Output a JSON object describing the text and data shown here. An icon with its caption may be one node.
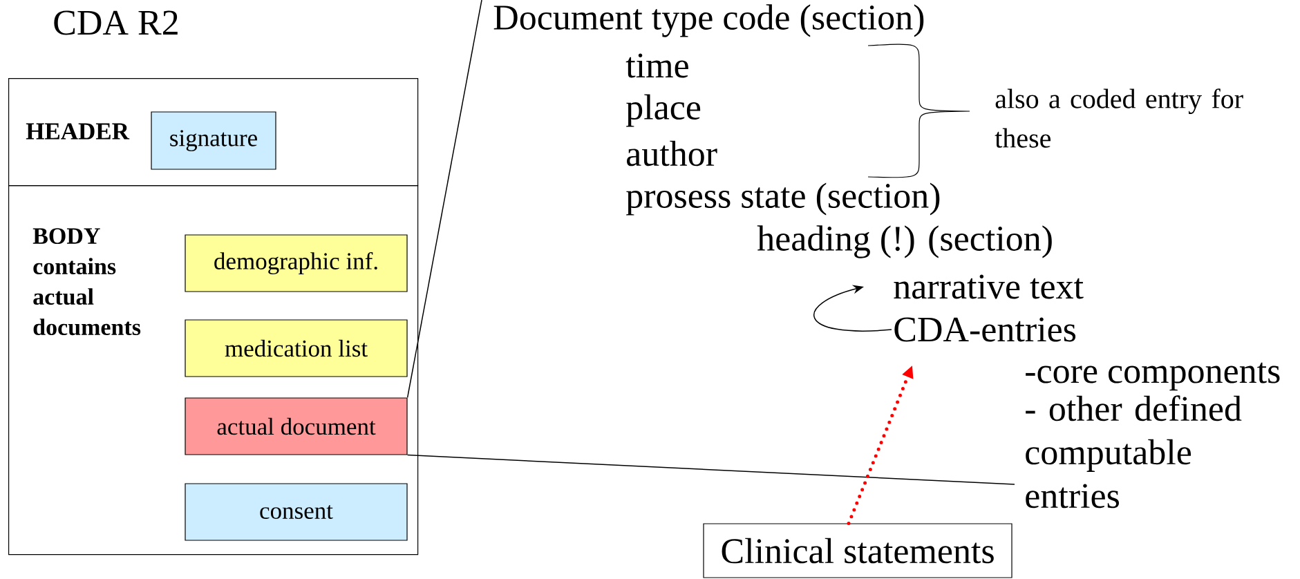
{
  "diagram": {
    "title": "CDA R2",
    "nodes": [
      {
        "text": [
          "HEADER"
        ]
      },
      {
        "text": [
          "signature"
        ],
        "in": 0
      },
      {
        "text": [
          "BODY contains actual documents"
        ]
      },
      {
        "text": [
          "demographic inf."
        ],
        "in": 2
      },
      {
        "text": [
          "medication list"
        ],
        "in": 2
      },
      {
        "text": [
          "actual document"
        ],
        "in": 2
      },
      {
        "text": [
          "consent"
        ],
        "in": 2
      },
      {
        "text": [
          "narrative text"
        ]
      },
      {
        "text": [
          "CDA-entries"
        ]
      },
      {
        "text": [
          "Clinical statements"
        ]
      }
    ],
    "edges": [
      {
        "from": 5,
        "to": null,
        "arrow": "none"
      },
      {
        "from": 5,
        "to": null,
        "arrow": "none"
      },
      {
        "from": 8,
        "to": 7,
        "arrow": "to"
      },
      {
        "from": 9,
        "to": 8,
        "arrow": "to",
        "style": "dashed",
        "color": "#ff0000"
      }
    ],
    "labels": [
      "Document type code (section)",
      "time",
      "place",
      "author",
      "prosess state (section)",
      "heading (!)  (section)",
      "also a coded entry for these",
      "-core components",
      "- other defined computable entries"
    ]
  }
}
